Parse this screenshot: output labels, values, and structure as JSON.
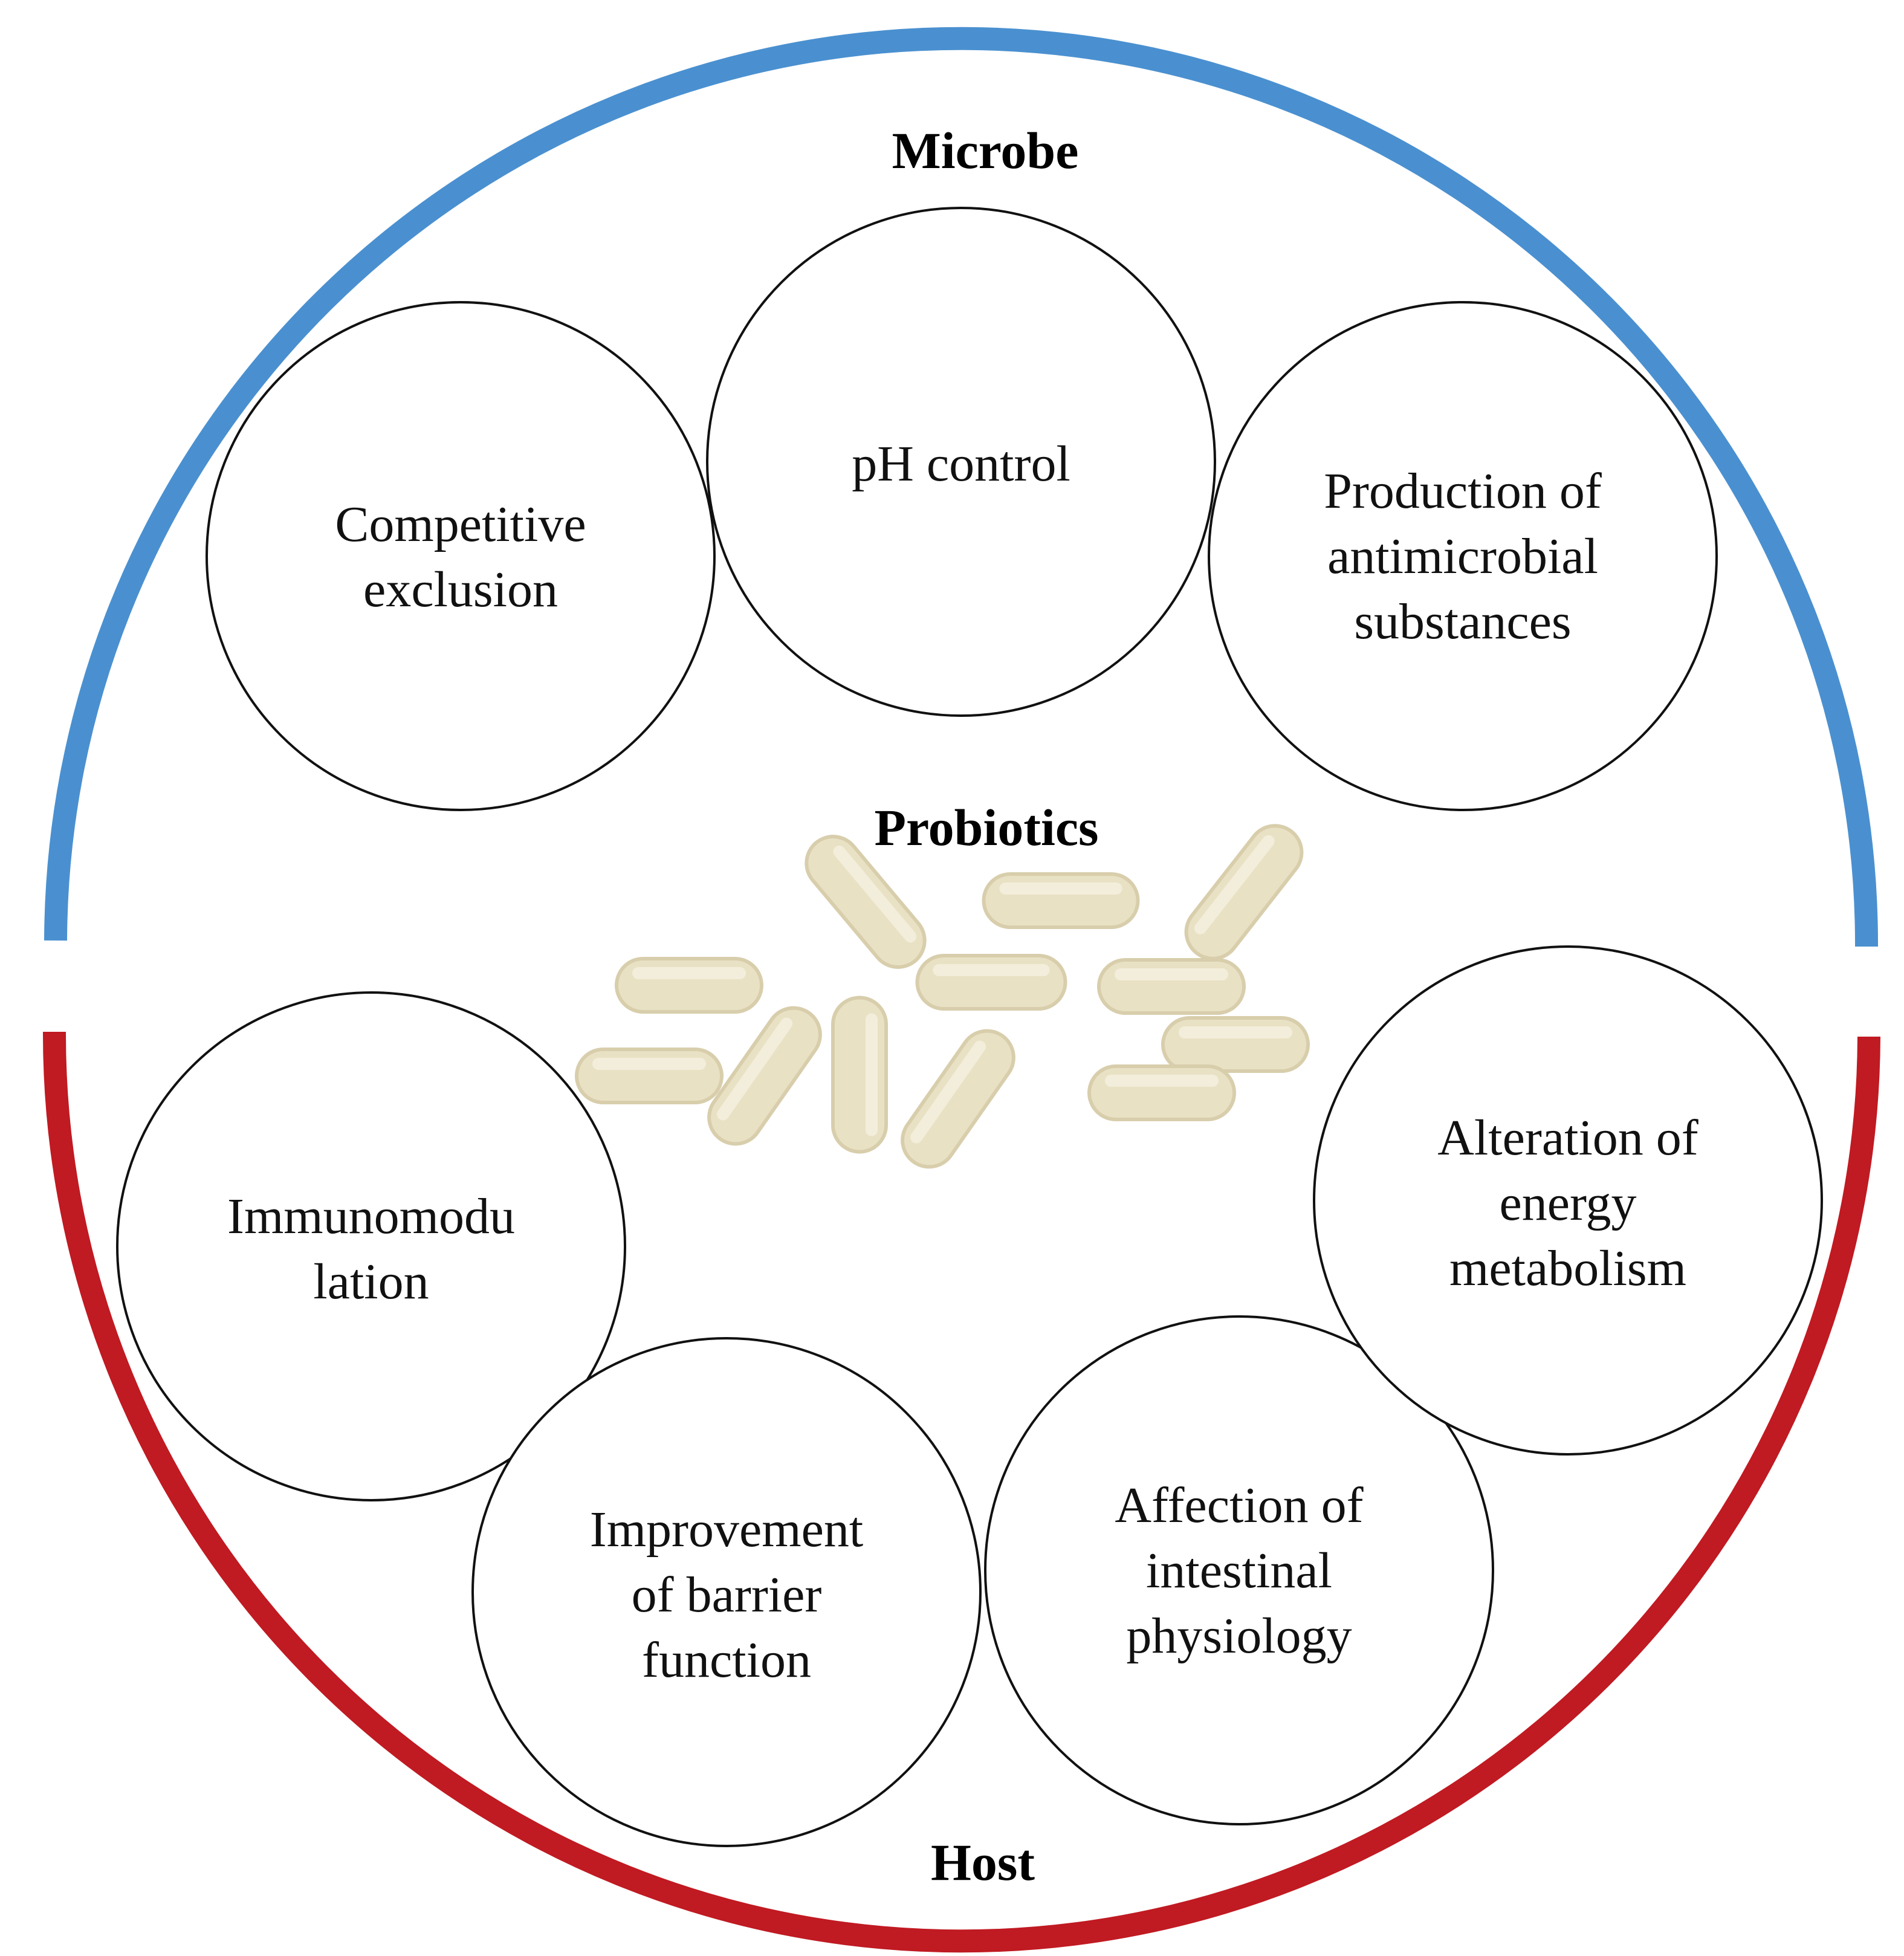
{
  "diagram": {
    "top_group": {
      "label": "Microbe",
      "color": "#4a90d0"
    },
    "bottom_group": {
      "label": "Host",
      "color": "#c01a22"
    },
    "center_label": "Probiotics",
    "microbe_mechanisms": [
      {
        "lines": [
          "Competitive",
          "exclusion"
        ]
      },
      {
        "lines": [
          "pH control"
        ]
      },
      {
        "lines": [
          "Production of",
          "antimicrobial",
          "substances"
        ]
      }
    ],
    "host_mechanisms": [
      {
        "lines": [
          "Immunomodu",
          "lation"
        ]
      },
      {
        "lines": [
          "Improvement",
          "of barrier",
          "function"
        ]
      },
      {
        "lines": [
          "Affection of",
          "intestinal",
          "physiology"
        ]
      },
      {
        "lines": [
          "Alteration of",
          "energy",
          "metabolism"
        ]
      }
    ],
    "bacteria_color": "#e9e1c4"
  }
}
